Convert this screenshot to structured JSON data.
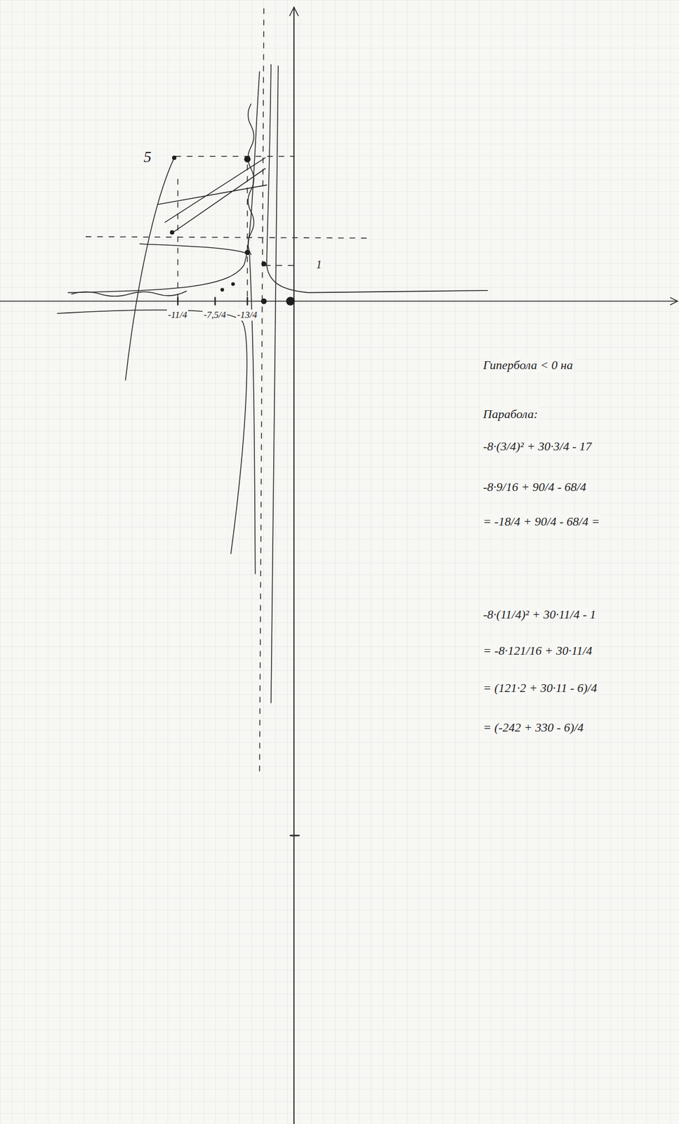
{
  "diagram": {
    "labels": [
      "5",
      "1",
      "-11/4",
      "-7,5/4",
      "-13/4",
      "Гипербола < 0 на",
      "Парабола:",
      "-8·(3/4)² + 30·3/4 - 17",
      "-8·9/16 + 90/4 - 68/4",
      "= -18/4 + 90/4 - 68/4 =",
      "-8·(11/4)² + 30·11/4 - 1",
      "= -8·121/16 + 30·11/4",
      "= (121·2 + 30·11 - 6)/4",
      "= (-242 + 330 - 6)/4"
    ]
  }
}
